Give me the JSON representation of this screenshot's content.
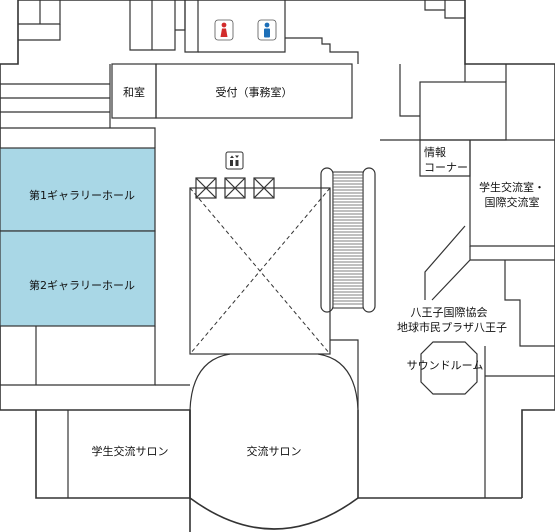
{
  "rooms": {
    "washitsu": "和室",
    "uketsuke": "受付（事務室）",
    "gallery1": "第1ギャラリーホール",
    "gallery2": "第2ギャラリーホール",
    "joho_line1": "情報",
    "joho_line2": "コーナー",
    "gakusei_line1": "学生交流室・",
    "gakusei_line2": "国際交流室",
    "kokusai_line1": "八王子国際協会",
    "kokusai_line2": "地球市民プラザ八王子",
    "sound": "サウンドルーム",
    "salon_student": "学生交流サロン",
    "salon": "交流サロン"
  },
  "icons": {
    "restroom_female": "female-restroom-icon",
    "restroom_male": "male-restroom-icon",
    "elevator": "elevator-icon"
  },
  "colors": {
    "gallery_fill": "#a9d7e6",
    "female": "#d22c2c",
    "male": "#1d6fb8",
    "wall": "#333333"
  }
}
